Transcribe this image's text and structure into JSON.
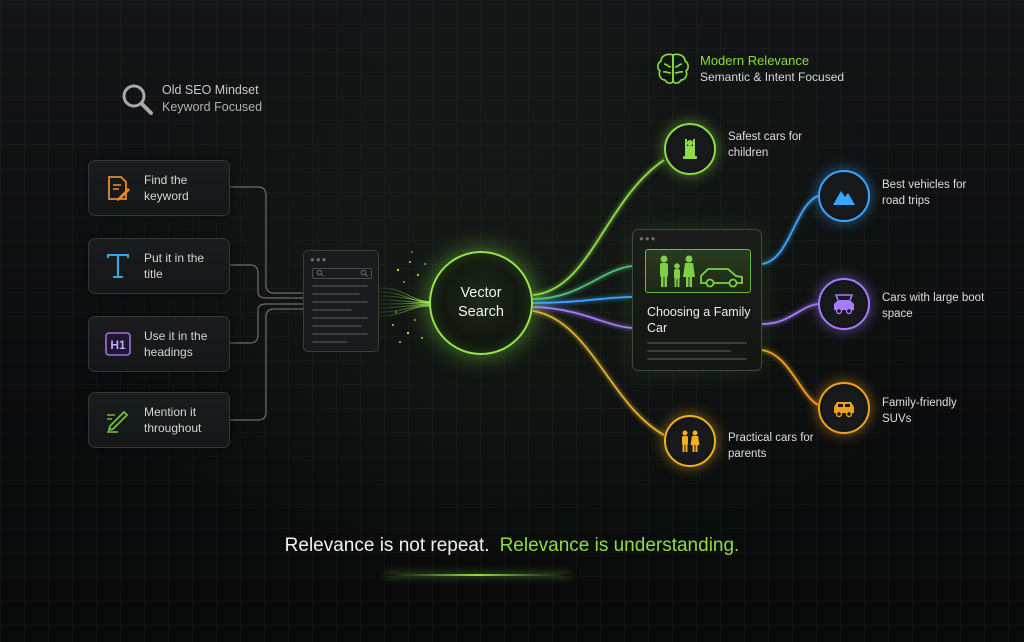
{
  "old_mindset": {
    "title": "Old SEO Mindset",
    "subtitle": "Keyword Focused",
    "icon": "magnifier-icon"
  },
  "modern": {
    "title": "Modern Relevance",
    "subtitle": "Semantic & Intent Focused",
    "icon": "brain-icon"
  },
  "steps": [
    {
      "label": "Find the keyword",
      "icon": "document-pen-icon",
      "color": "#e8892b"
    },
    {
      "label": "Put it in the title",
      "icon": "title-t-icon",
      "color": "#3aa6e0"
    },
    {
      "label": "Use it in the headings",
      "icon": "h1-icon",
      "color": "#a070e0",
      "icon_text": "H1"
    },
    {
      "label": "Mention it throughout",
      "icon": "pencil-lines-icon",
      "color": "#6cc23a"
    }
  ],
  "vector": {
    "label": "Vector Search"
  },
  "article": {
    "title": "Choosing a Family Car",
    "icon": "family-car-icon"
  },
  "intents": [
    {
      "label": "Safest cars for children",
      "icon": "child-seat-icon",
      "color": "#8fdc47"
    },
    {
      "label": "Best vehicles for road trips",
      "icon": "mountains-icon",
      "color": "#3aa6ff"
    },
    {
      "label": "Cars with large boot space",
      "icon": "car-boot-icon",
      "color": "#a67cff"
    },
    {
      "label": "Family-friendly SUVs",
      "icon": "suv-icon",
      "color": "#f0a020"
    },
    {
      "label": "Practical cars for parents",
      "icon": "parents-icon",
      "color": "#f0b020"
    }
  ],
  "tagline": {
    "part1": "Relevance is not repeat.",
    "part2": "Relevance is understanding.",
    "accent": "#8fdc47"
  }
}
